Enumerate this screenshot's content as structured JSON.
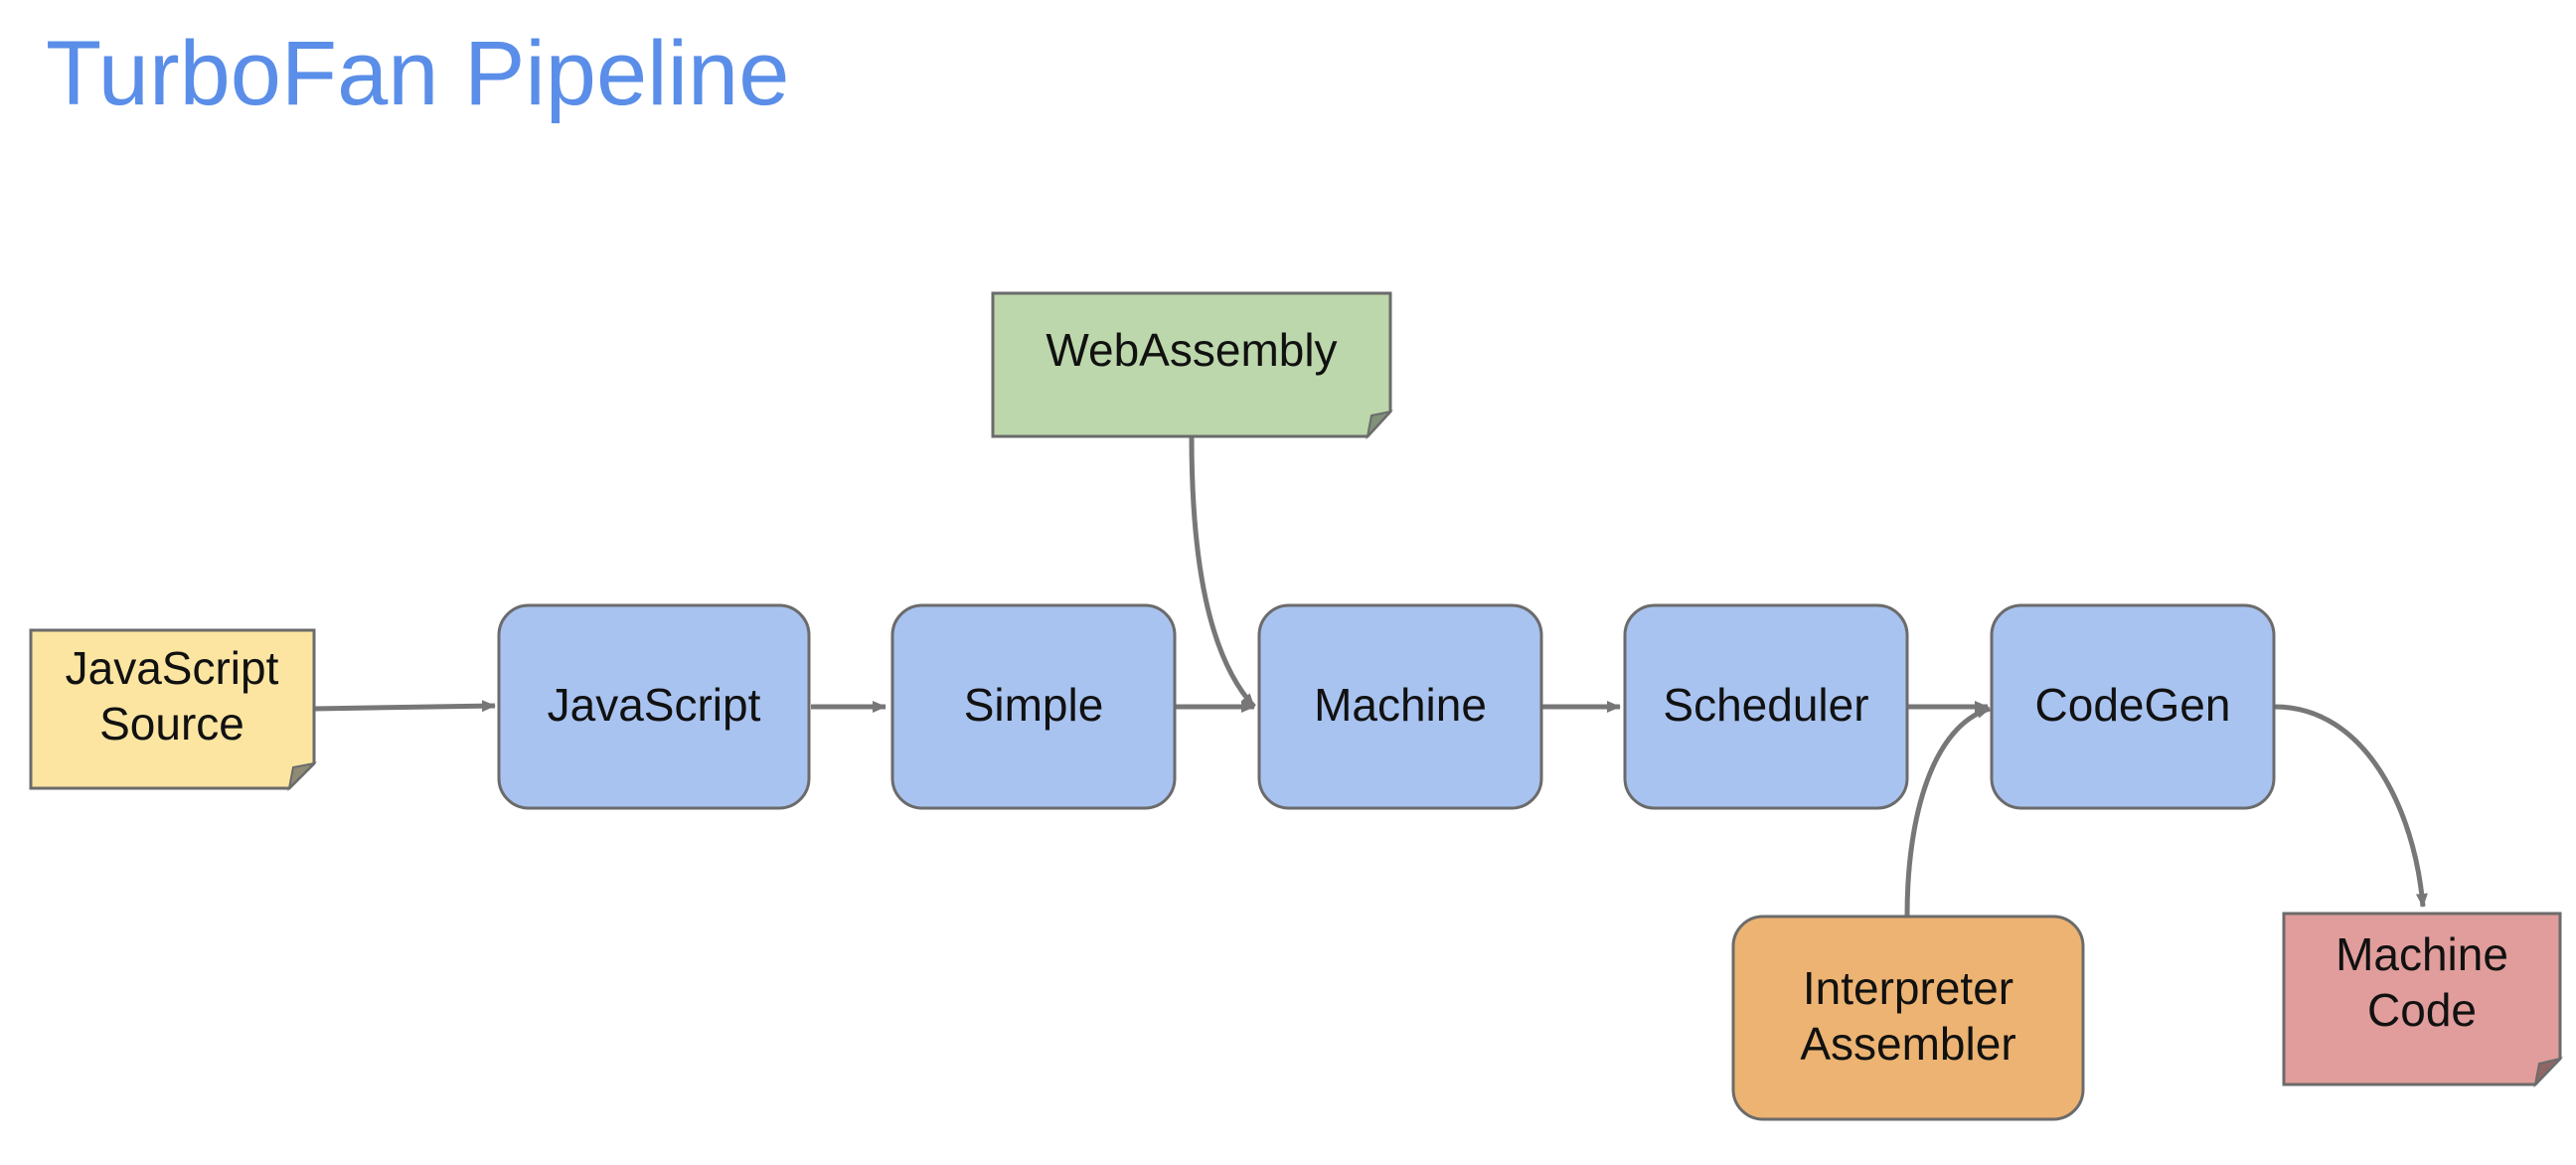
{
  "page": {
    "title": "TurboFan Pipeline"
  },
  "nodes": {
    "js_source": {
      "lines": [
        "JavaScript",
        "Source"
      ],
      "color": "#fbe5a1",
      "shape": "note"
    },
    "javascript": {
      "lines": [
        "JavaScript"
      ],
      "color": "#a9c3f0",
      "shape": "rounded"
    },
    "simple": {
      "lines": [
        "Simple"
      ],
      "color": "#a9c3f0",
      "shape": "rounded"
    },
    "machine": {
      "lines": [
        "Machine"
      ],
      "color": "#a9c3f0",
      "shape": "rounded"
    },
    "scheduler": {
      "lines": [
        "Scheduler"
      ],
      "color": "#a9c3f0",
      "shape": "rounded"
    },
    "codegen": {
      "lines": [
        "CodeGen"
      ],
      "color": "#a9c3f0",
      "shape": "rounded"
    },
    "webassembly": {
      "lines": [
        "WebAssembly"
      ],
      "color": "#bcd7ab",
      "shape": "note"
    },
    "interpreter_assembler": {
      "lines": [
        "Interpreter",
        "Assembler"
      ],
      "color": "#ecb372",
      "shape": "rounded"
    },
    "machine_code": {
      "lines": [
        "Machine",
        "Code"
      ],
      "color": "#e09d9b",
      "shape": "note"
    }
  },
  "edges": [
    {
      "from": "JavaScript Source",
      "to": "JavaScript"
    },
    {
      "from": "JavaScript",
      "to": "Simple"
    },
    {
      "from": "Simple",
      "to": "Machine"
    },
    {
      "from": "WebAssembly",
      "to": "Machine"
    },
    {
      "from": "Machine",
      "to": "Scheduler"
    },
    {
      "from": "Scheduler",
      "to": "CodeGen"
    },
    {
      "from": "Interpreter Assembler",
      "to": "CodeGen"
    },
    {
      "from": "CodeGen",
      "to": "Machine Code"
    }
  ],
  "colors": {
    "title": "#5a8ee8",
    "stroke": "#6b6b6b",
    "edge": "#777777"
  }
}
